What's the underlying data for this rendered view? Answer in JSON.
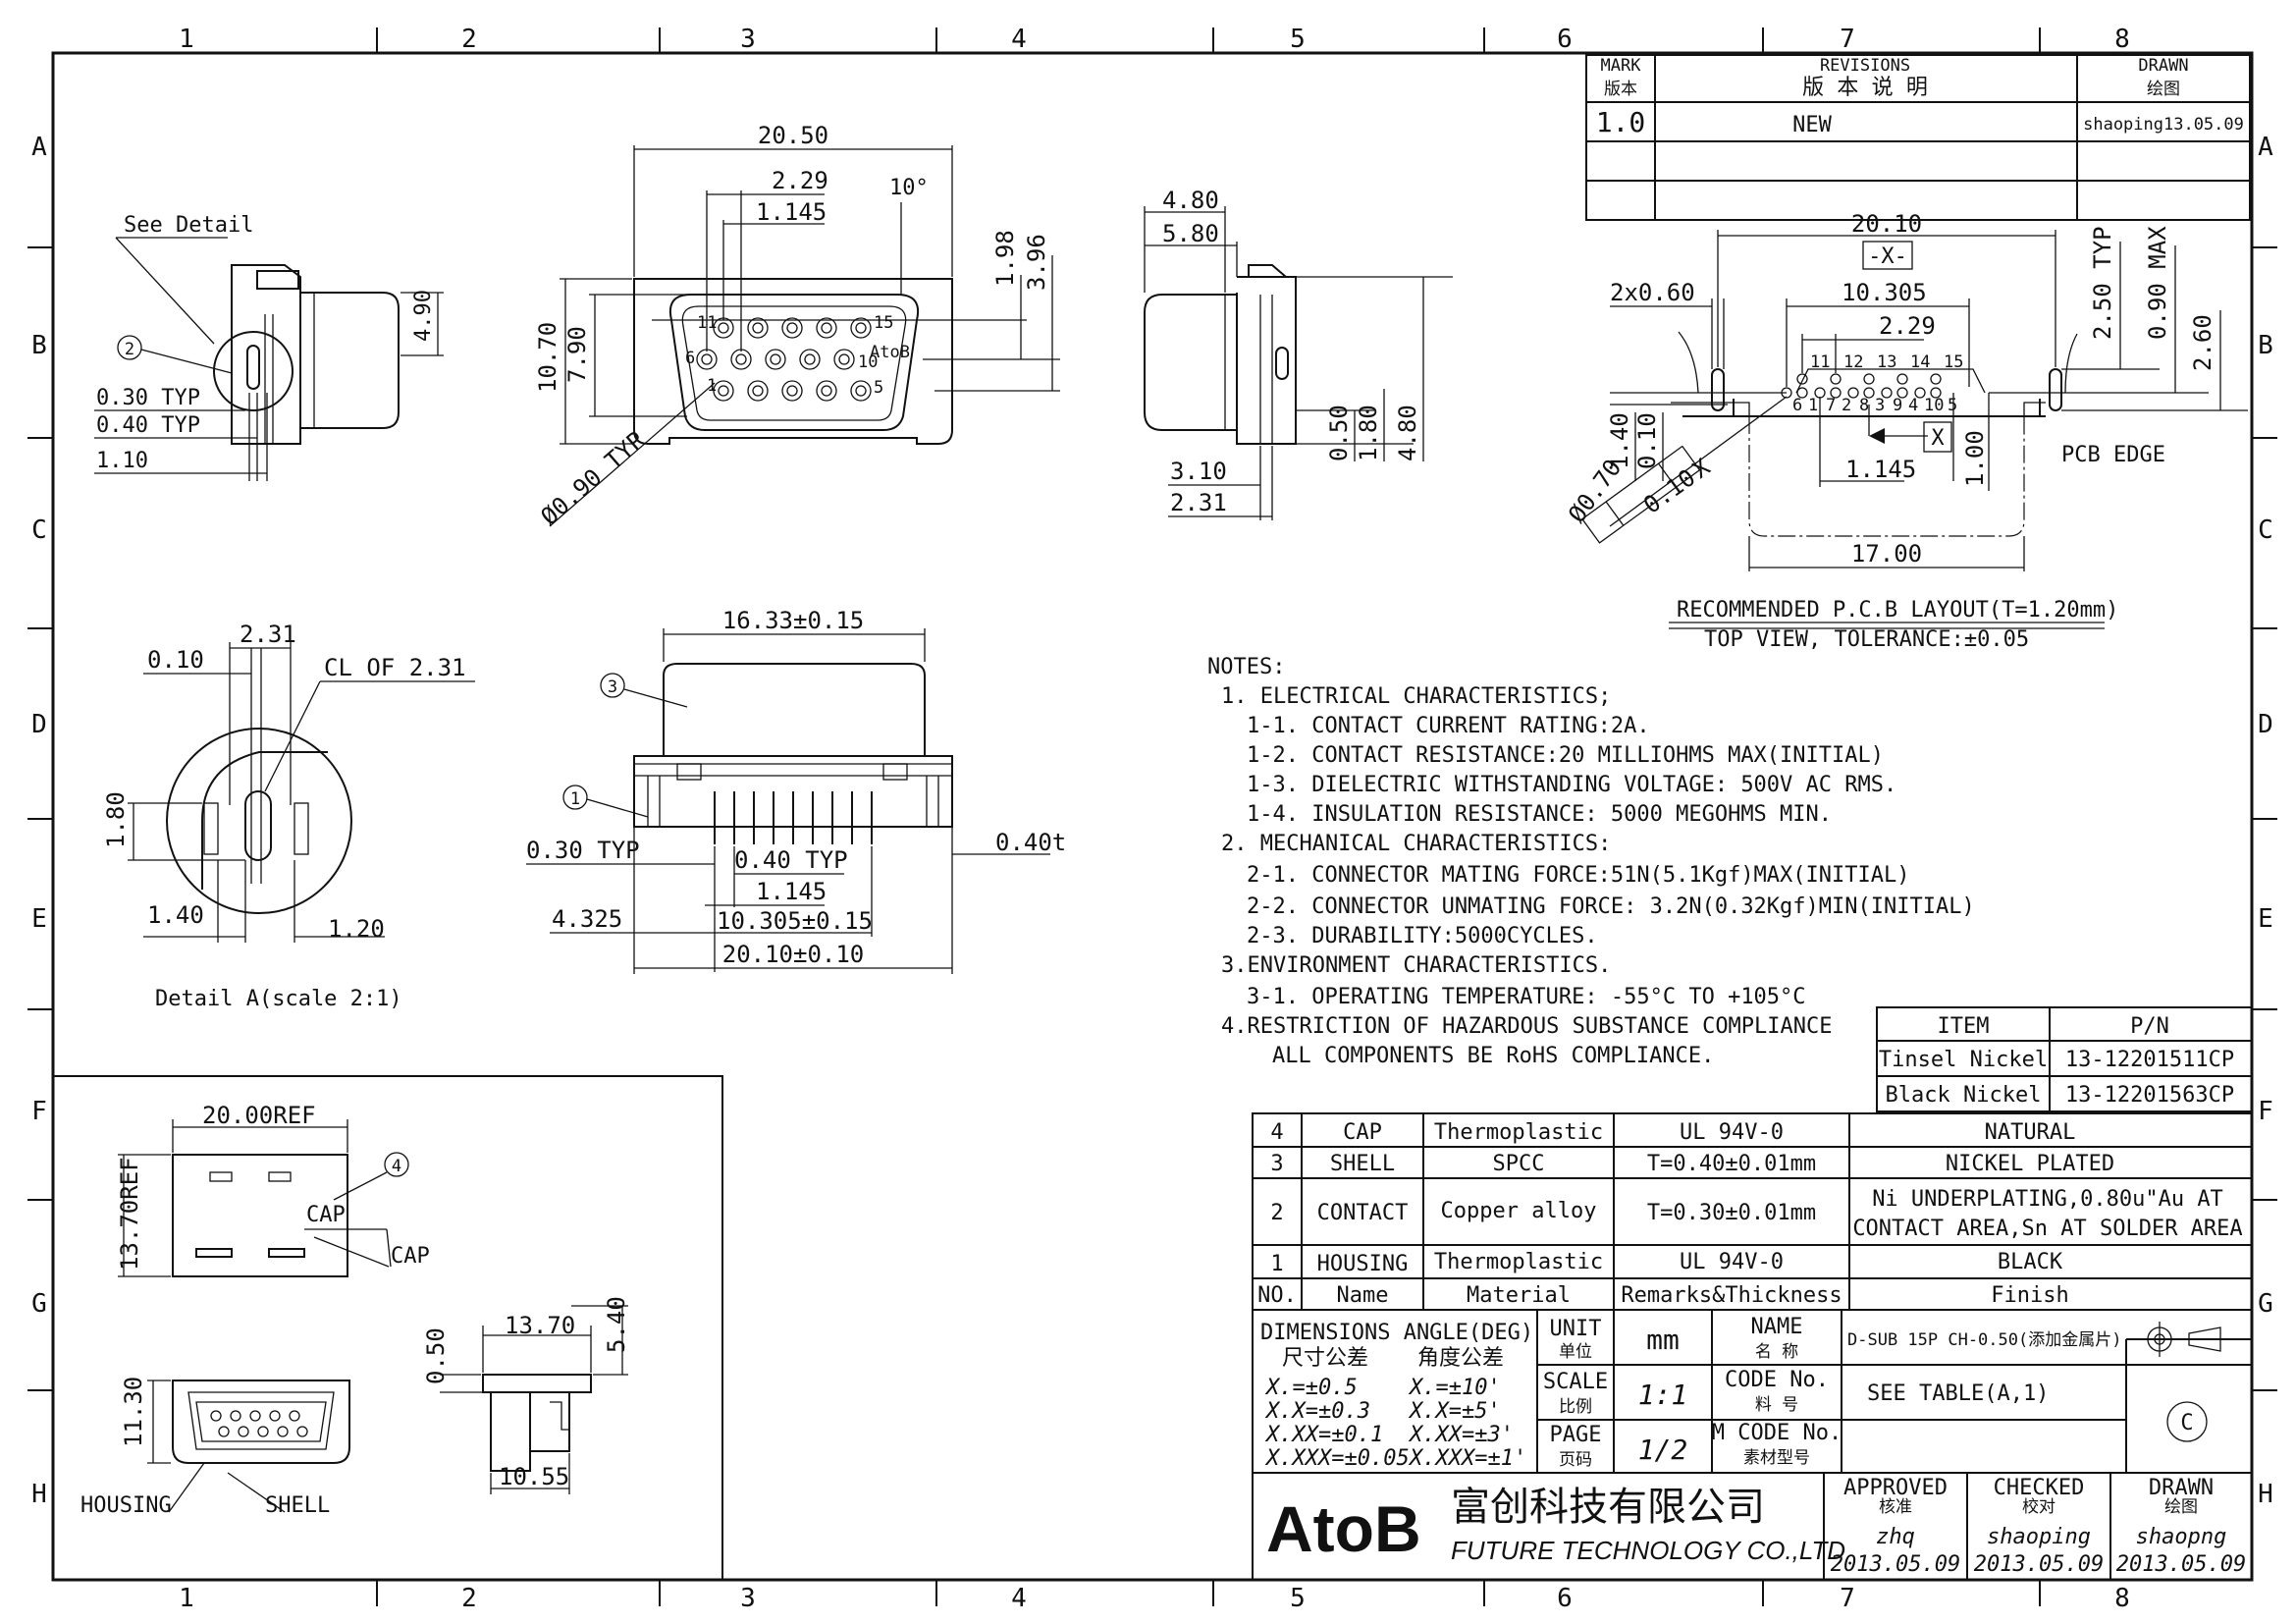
{
  "zones": {
    "columns": [
      "1",
      "2",
      "3",
      "4",
      "5",
      "6",
      "7",
      "8"
    ],
    "rows": [
      "A",
      "B",
      "C",
      "D",
      "E",
      "F",
      "G",
      "H"
    ]
  },
  "revision_table": {
    "hdr_mark_en": "MARK",
    "hdr_mark_cn": "版本",
    "hdr_rev_en": "REVISIONS",
    "hdr_rev_cn": "版 本 说 明",
    "hdr_drawn_en": "DRAWN",
    "hdr_drawn_cn": "绘图",
    "rows": [
      {
        "mark": "1.0",
        "desc": "NEW",
        "drawn": "shaoping13.05.09"
      }
    ]
  },
  "side_view": {
    "see_detail": "See Detail",
    "callout": "2",
    "dims": [
      "4.90",
      "0.30 TYP",
      "0.40 TYP",
      "1.10"
    ]
  },
  "front_view": {
    "dims": [
      "20.50",
      "2.29",
      "1.145",
      "10°",
      "1.98",
      "3.96",
      "10.70",
      "7.90",
      "Ø0.90 TYP"
    ],
    "pin_labels": [
      "11",
      "6",
      "1",
      "15",
      "10",
      "5",
      "AtoB"
    ]
  },
  "right_view": {
    "dims": [
      "4.80",
      "5.80",
      "0.50",
      "1.80",
      "4.80",
      "3.10",
      "2.31"
    ]
  },
  "pcb_layout": {
    "dims": [
      "20.10",
      "-X-",
      "2x0.60",
      "10.305",
      "2.29",
      "2.50 TYP",
      "0.90 MAX",
      "2.60",
      "1.40",
      "0.10",
      "X",
      "1.00",
      "1.145",
      "Ø0.70",
      "0.10",
      "X",
      "17.00"
    ],
    "pin_numbers_top": [
      "11",
      "12",
      "13",
      "14",
      "15"
    ],
    "pin_numbers_bottom": [
      "6",
      "1",
      "7",
      "2",
      "8",
      "3",
      "9",
      "4",
      "10",
      "5"
    ],
    "pcb_edge": "PCB EDGE",
    "title": "RECOMMENDED P.C.B LAYOUT(T=1.20mm)",
    "subtitle": "TOP VIEW, TOLERANCE:±0.05"
  },
  "detail_a": {
    "dims": [
      "2.31",
      "0.10",
      "CL OF 2.31",
      "1.80",
      "1.40",
      "1.20"
    ],
    "caption": "Detail A(scale 2:1)"
  },
  "bottom_view": {
    "dims": [
      "16.33±0.15",
      "0.30 TYP",
      "0.40 TYP",
      "0.40t",
      "1.145",
      "4.325",
      "10.305±0.15",
      "20.10±0.10"
    ],
    "callouts": [
      "3",
      "1"
    ]
  },
  "notes": {
    "heading": "NOTES:",
    "lines": [
      "1. ELECTRICAL CHARACTERISTICS;",
      "1-1. CONTACT CURRENT RATING:2A.",
      "1-2. CONTACT RESISTANCE:20 MILLIOHMS MAX(INITIAL)",
      "1-3. DIELECTRIC WITHSTANDING VOLTAGE: 500V AC RMS.",
      "1-4. INSULATION RESISTANCE: 5000 MEGOHMS MIN.",
      "2. MECHANICAL CHARACTERISTICS:",
      "2-1. CONNECTOR MATING FORCE:51N(5.1Kgf)MAX(INITIAL)",
      "2-2. CONNECTOR UNMATING FORCE: 3.2N(0.32Kgf)MIN(INITIAL)",
      "2-3. DURABILITY:5000CYCLES.",
      "3.ENVIRONMENT CHARACTERISTICS.",
      "3-1. OPERATING TEMPERATURE: -55°C TO +105°C",
      "4.RESTRICTION OF HAZARDOUS SUBSTANCE COMPLIANCE",
      "ALL COMPONENTS BE RoHS COMPLIANCE."
    ]
  },
  "cap_view": {
    "dims": [
      "20.00REF",
      "13.70REF"
    ],
    "callout": "4",
    "cap_label": "CAP",
    "part_label": "CAP"
  },
  "small_front": {
    "dims": [
      "11.30"
    ],
    "housing": "HOUSING",
    "shell": "SHELL"
  },
  "small_side": {
    "dims": [
      "13.70",
      "0.50",
      "5.40",
      "10.55"
    ]
  },
  "pn_table": {
    "headers": [
      "ITEM",
      "P/N"
    ],
    "rows": [
      [
        "Tinsel Nickel",
        "13-12201511CP"
      ],
      [
        "Black Nickel",
        "13-12201563CP"
      ]
    ]
  },
  "bom": {
    "rows": [
      {
        "no": "4",
        "name": "CAP",
        "material": "Thermoplastic",
        "remarks": "UL 94V-0",
        "finish": "NATURAL"
      },
      {
        "no": "3",
        "name": "SHELL",
        "material": "SPCC",
        "remarks": "T=0.40±0.01mm",
        "finish": "NICKEL PLATED"
      },
      {
        "no": "2",
        "name": "CONTACT",
        "material": "Copper alloy",
        "remarks": "T=0.30±0.01mm",
        "finish": "Ni UNDERPLATING,0.80u\"Au AT",
        "finish2": "CONTACT AREA,Sn AT SOLDER AREA"
      },
      {
        "no": "1",
        "name": "HOUSING",
        "material": "Thermoplastic",
        "remarks": "UL 94V-0",
        "finish": "BLACK"
      }
    ],
    "headers": [
      "NO.",
      "Name",
      "Material",
      "Remarks&Thickness",
      "Finish"
    ]
  },
  "title_block": {
    "dim_header": "DIMENSIONS ANGLE(DEG)",
    "dim_cn": "尺寸公差",
    "ang_cn": "角度公差",
    "tol_dims": [
      "X.=±0.5",
      "X.X=±0.3",
      "X.XX=±0.1",
      "X.XXX=±0.05"
    ],
    "tol_angles": [
      "X.=±10'",
      "X.X=±5'",
      "X.XX=±3'",
      "X.XXX=±1'"
    ],
    "unit_en": "UNIT",
    "unit_cn": "单位",
    "unit_val": "mm",
    "name_en": "NAME",
    "name_cn": "名 称",
    "name_val": "D-SUB 15P CH-0.50(添加金属片)",
    "scale_en": "SCALE",
    "scale_cn": "比例",
    "scale_val": "1:1",
    "code_en": "CODE No.",
    "code_cn": "料 号",
    "code_val": "SEE TABLE(A,1)",
    "page_en": "PAGE",
    "page_cn": "页码",
    "page_val": "1/2",
    "mcode_en": "M CODE No.",
    "mcode_cn": "素材型号",
    "company_logo": "AtoB",
    "company_cn": "富创科技有限公司",
    "company_en": "FUTURE TECHNOLOGY CO.,LTD",
    "approved_en": "APPROVED",
    "approved_cn": "核准",
    "approved_by": "zhq",
    "approved_date": "2013.05.09",
    "checked_en": "CHECKED",
    "checked_cn": "校对",
    "checked_by": "shaoping",
    "checked_date": "2013.05.09",
    "drawn_en": "DRAWN",
    "drawn_cn": "绘图",
    "drawn_by": "shaopng",
    "drawn_date": "2013.05.09",
    "copyright": "C"
  }
}
